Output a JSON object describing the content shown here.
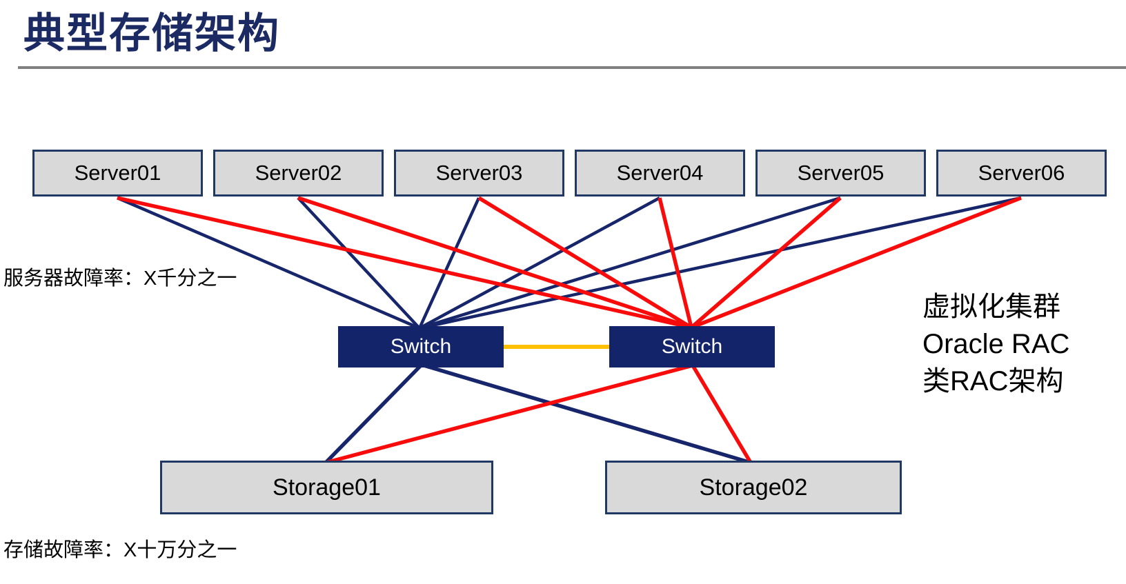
{
  "slide": {
    "title": "典型存储架构"
  },
  "annotations": {
    "server_failure_rate": "服务器故障率：X千分之一",
    "storage_failure_rate": "存储故障率：X十万分之一",
    "cluster_note_lines": [
      "虚拟化集群",
      "Oracle RAC",
      "类RAC架构"
    ]
  },
  "nodes": {
    "servers": [
      {
        "id": "server1",
        "label": "Server01"
      },
      {
        "id": "server2",
        "label": "Server02"
      },
      {
        "id": "server3",
        "label": "Server03"
      },
      {
        "id": "server4",
        "label": "Server04"
      },
      {
        "id": "server5",
        "label": "Server05"
      },
      {
        "id": "server6",
        "label": "Server06"
      }
    ],
    "switches": [
      {
        "id": "switchL",
        "label": "Switch"
      },
      {
        "id": "switchR",
        "label": "Switch"
      }
    ],
    "storages": [
      {
        "id": "storage1",
        "label": "Storage01"
      },
      {
        "id": "storage2",
        "label": "Storage02"
      }
    ]
  },
  "colors": {
    "navy": "#17266B",
    "red": "#F80B0B",
    "orange": "#FFC000",
    "box_fill": "#D9D9D9",
    "box_border": "#1F3864",
    "switch_navy": "#14246B",
    "title_navy": "#1B2A63",
    "rule_gray": "#808080"
  },
  "diagram": {
    "connections": [
      {
        "from": "server1.bottom",
        "to": "switchL.top",
        "color": "navy",
        "width": 4.5
      },
      {
        "from": "server2.bottom",
        "to": "switchL.top",
        "color": "navy",
        "width": 4.5
      },
      {
        "from": "server3.bottom",
        "to": "switchL.top",
        "color": "navy",
        "width": 4.5
      },
      {
        "from": "server4.bottom",
        "to": "switchL.top",
        "color": "navy",
        "width": 4.5
      },
      {
        "from": "server5.bottom",
        "to": "switchL.top",
        "color": "navy",
        "width": 4.5
      },
      {
        "from": "server6.bottom",
        "to": "switchL.top",
        "color": "navy",
        "width": 4.5
      },
      {
        "from": "switchL.bottom",
        "to": "storage1.top",
        "color": "navy",
        "width": 5.5
      },
      {
        "from": "switchL.bottom",
        "to": "storage2.top",
        "color": "navy",
        "width": 5.5
      },
      {
        "from": "server1.bottom",
        "to": "switchR.top",
        "color": "red",
        "width": 5.5
      },
      {
        "from": "server2.bottom",
        "to": "switchR.top",
        "color": "red",
        "width": 5.5
      },
      {
        "from": "server3.bottom",
        "to": "switchR.top",
        "color": "red",
        "width": 5.5
      },
      {
        "from": "server4.bottom",
        "to": "switchR.top",
        "color": "red",
        "width": 5.5
      },
      {
        "from": "server5.bottom",
        "to": "switchR.top",
        "color": "red",
        "width": 5.5
      },
      {
        "from": "server6.bottom",
        "to": "switchR.top",
        "color": "red",
        "width": 5.5
      },
      {
        "from": "switchR.bottom",
        "to": "storage1.top",
        "color": "red",
        "width": 5.5
      },
      {
        "from": "switchR.bottom",
        "to": "storage2.top",
        "color": "red",
        "width": 5.5
      },
      {
        "from": "switchL.right",
        "to": "switchR.left",
        "color": "orange",
        "width": 6
      }
    ]
  }
}
